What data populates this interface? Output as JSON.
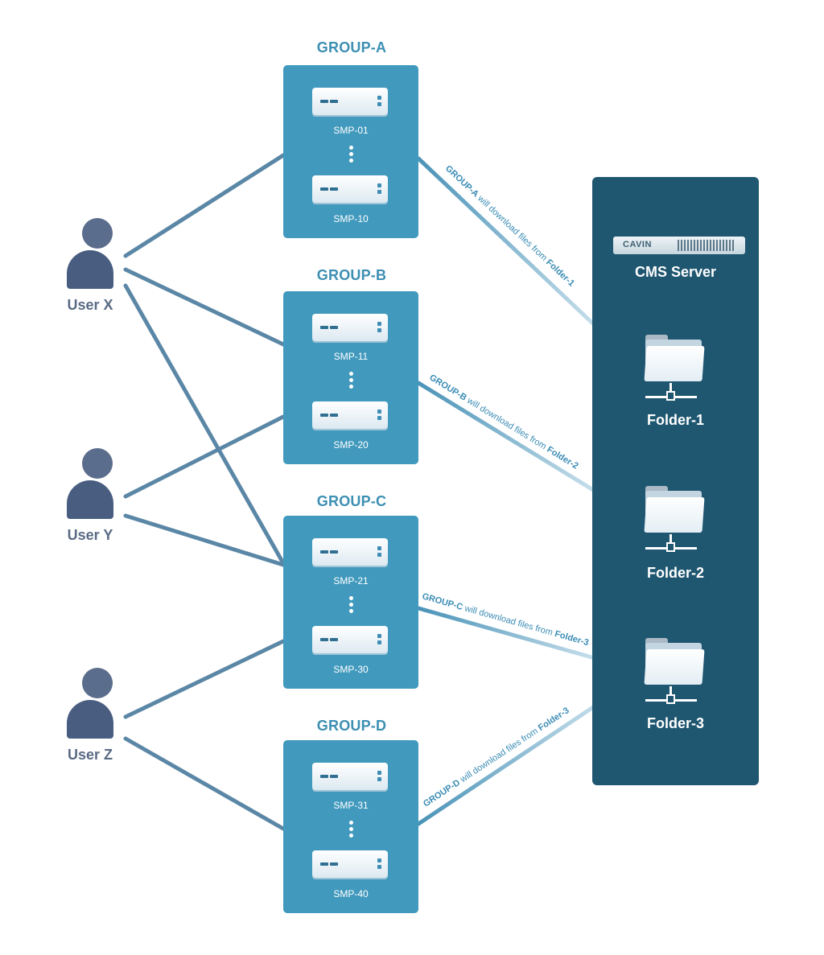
{
  "groups": [
    {
      "title": "GROUP-A",
      "devices": [
        "SMP-01",
        "SMP-10"
      ]
    },
    {
      "title": "GROUP-B",
      "devices": [
        "SMP-11",
        "SMP-20"
      ]
    },
    {
      "title": "GROUP-C",
      "devices": [
        "SMP-21",
        "SMP-30"
      ]
    },
    {
      "title": "GROUP-D",
      "devices": [
        "SMP-31",
        "SMP-40"
      ]
    }
  ],
  "users": [
    "User X",
    "User Y",
    "User Z"
  ],
  "server": {
    "brand": "CAVIN",
    "title": "CMS Server",
    "folders": [
      "Folder-1",
      "Folder-2",
      "Folder-3"
    ]
  },
  "annotations": [
    {
      "group": "GROUP-A",
      "text": " will download files from ",
      "folder": "Folder-1"
    },
    {
      "group": "GROUP-B",
      "text": " will download files from ",
      "folder": "Folder-2"
    },
    {
      "group": "GROUP-C",
      "text": " will download files from ",
      "folder": "Folder-3"
    },
    {
      "group": "GROUP-D",
      "text": " will download files from ",
      "folder": "Folder-3"
    }
  ],
  "colors": {
    "group_box": "#4199bd",
    "group_title": "#3c8fb3",
    "server_panel": "#1f5670",
    "user_icon": "#485d80",
    "connector_user": "#5a7d9a",
    "connector_download": "#cfe5f0"
  }
}
